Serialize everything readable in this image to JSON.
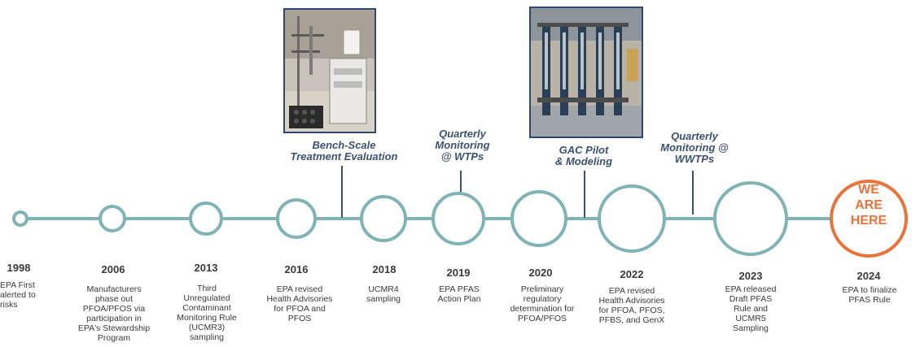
{
  "milestones": [
    {
      "year": "1998",
      "lines": [
        "EPA First",
        "alerted to",
        "risks"
      ]
    },
    {
      "year": "2006",
      "lines": [
        "Manufacturers",
        "phase out",
        "PFOA/PFOS via",
        "participation in",
        "EPA's Stewardship",
        "Program"
      ]
    },
    {
      "year": "2013",
      "lines": [
        "Third",
        "Unregulated",
        "Contaminant",
        "Monitoring Rule",
        "(UCMR3)",
        "sampling"
      ]
    },
    {
      "year": "2016",
      "lines": [
        "EPA revised",
        "Health Advisories",
        "for PFOA and",
        "PFOS"
      ]
    },
    {
      "year": "2018",
      "lines": [
        "UCMR4",
        "sampling"
      ]
    },
    {
      "year": "2019",
      "lines": [
        "EPA PFAS",
        "Action Plan"
      ]
    },
    {
      "year": "2020",
      "lines": [
        "Preliminary",
        "regulatory",
        "determination for",
        "PFOA/PFOS"
      ]
    },
    {
      "year": "2022",
      "lines": [
        "EPA revised",
        "Health Advisories",
        "for PFOA, PFOS,",
        "PFBS, and GenX"
      ]
    },
    {
      "year": "2023",
      "lines": [
        "EPA released",
        "Draft PFAS",
        "Rule and",
        "UCMR5",
        "Sampling"
      ]
    },
    {
      "year": "2024",
      "lines": [
        "EPA to finalize",
        "PFAS Rule"
      ]
    }
  ],
  "activities": [
    {
      "lines": [
        "Bench-Scale",
        "Treatment Evaluation"
      ]
    },
    {
      "lines": [
        "Quarterly",
        "Monitoring",
        "@ WTPs"
      ]
    },
    {
      "lines": [
        "GAC Pilot",
        "& Modeling"
      ]
    },
    {
      "lines": [
        "Quarterly",
        "Monitoring @",
        "WWTPs"
      ]
    }
  ],
  "current_marker": {
    "lines": [
      "WE",
      "ARE",
      "HERE"
    ]
  },
  "colors": {
    "timeline": "#7fb3b5",
    "activity_text": "#3b5272",
    "current": "#e8743b",
    "photo_border": "#2f4770"
  }
}
